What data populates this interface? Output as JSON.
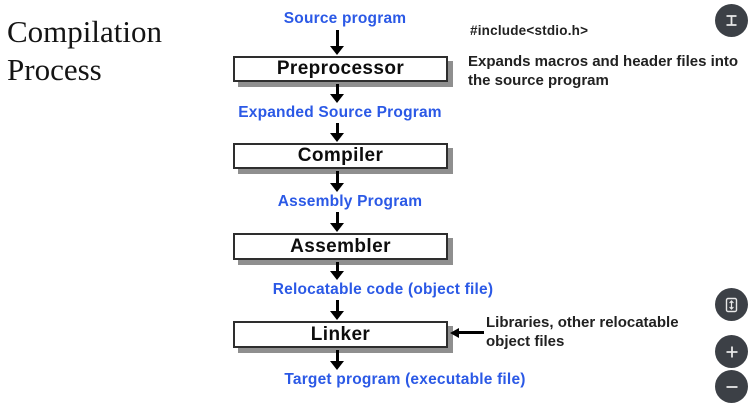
{
  "title": "Compilation Process",
  "flowchart": {
    "stages": [
      {
        "label": "Preprocessor"
      },
      {
        "label": "Compiler"
      },
      {
        "label": "Assembler"
      },
      {
        "label": "Linker"
      }
    ],
    "artifacts": [
      {
        "label": "Source program"
      },
      {
        "label": "Expanded Source Program"
      },
      {
        "label": "Assembly Program"
      },
      {
        "label": "Relocatable code (object file)"
      },
      {
        "label": "Target program (executable file)"
      }
    ]
  },
  "annotations": {
    "include_directive": "#include<stdio.h>",
    "preprocessor_note": "Expands macros and header files into the source program",
    "linker_note": "Libraries, other relocatable object files"
  },
  "viewer_controls": {
    "icons": [
      "i-beam-icon",
      "fit-to-height-icon",
      "plus-icon",
      "minus-icon"
    ]
  },
  "colors": {
    "artifact_label_blue": "#2B59E6",
    "note_text": "#212121",
    "box_border": "#2E2E2E",
    "box_shadow": "#8F8F8F",
    "control_circle": "#3C4046"
  }
}
